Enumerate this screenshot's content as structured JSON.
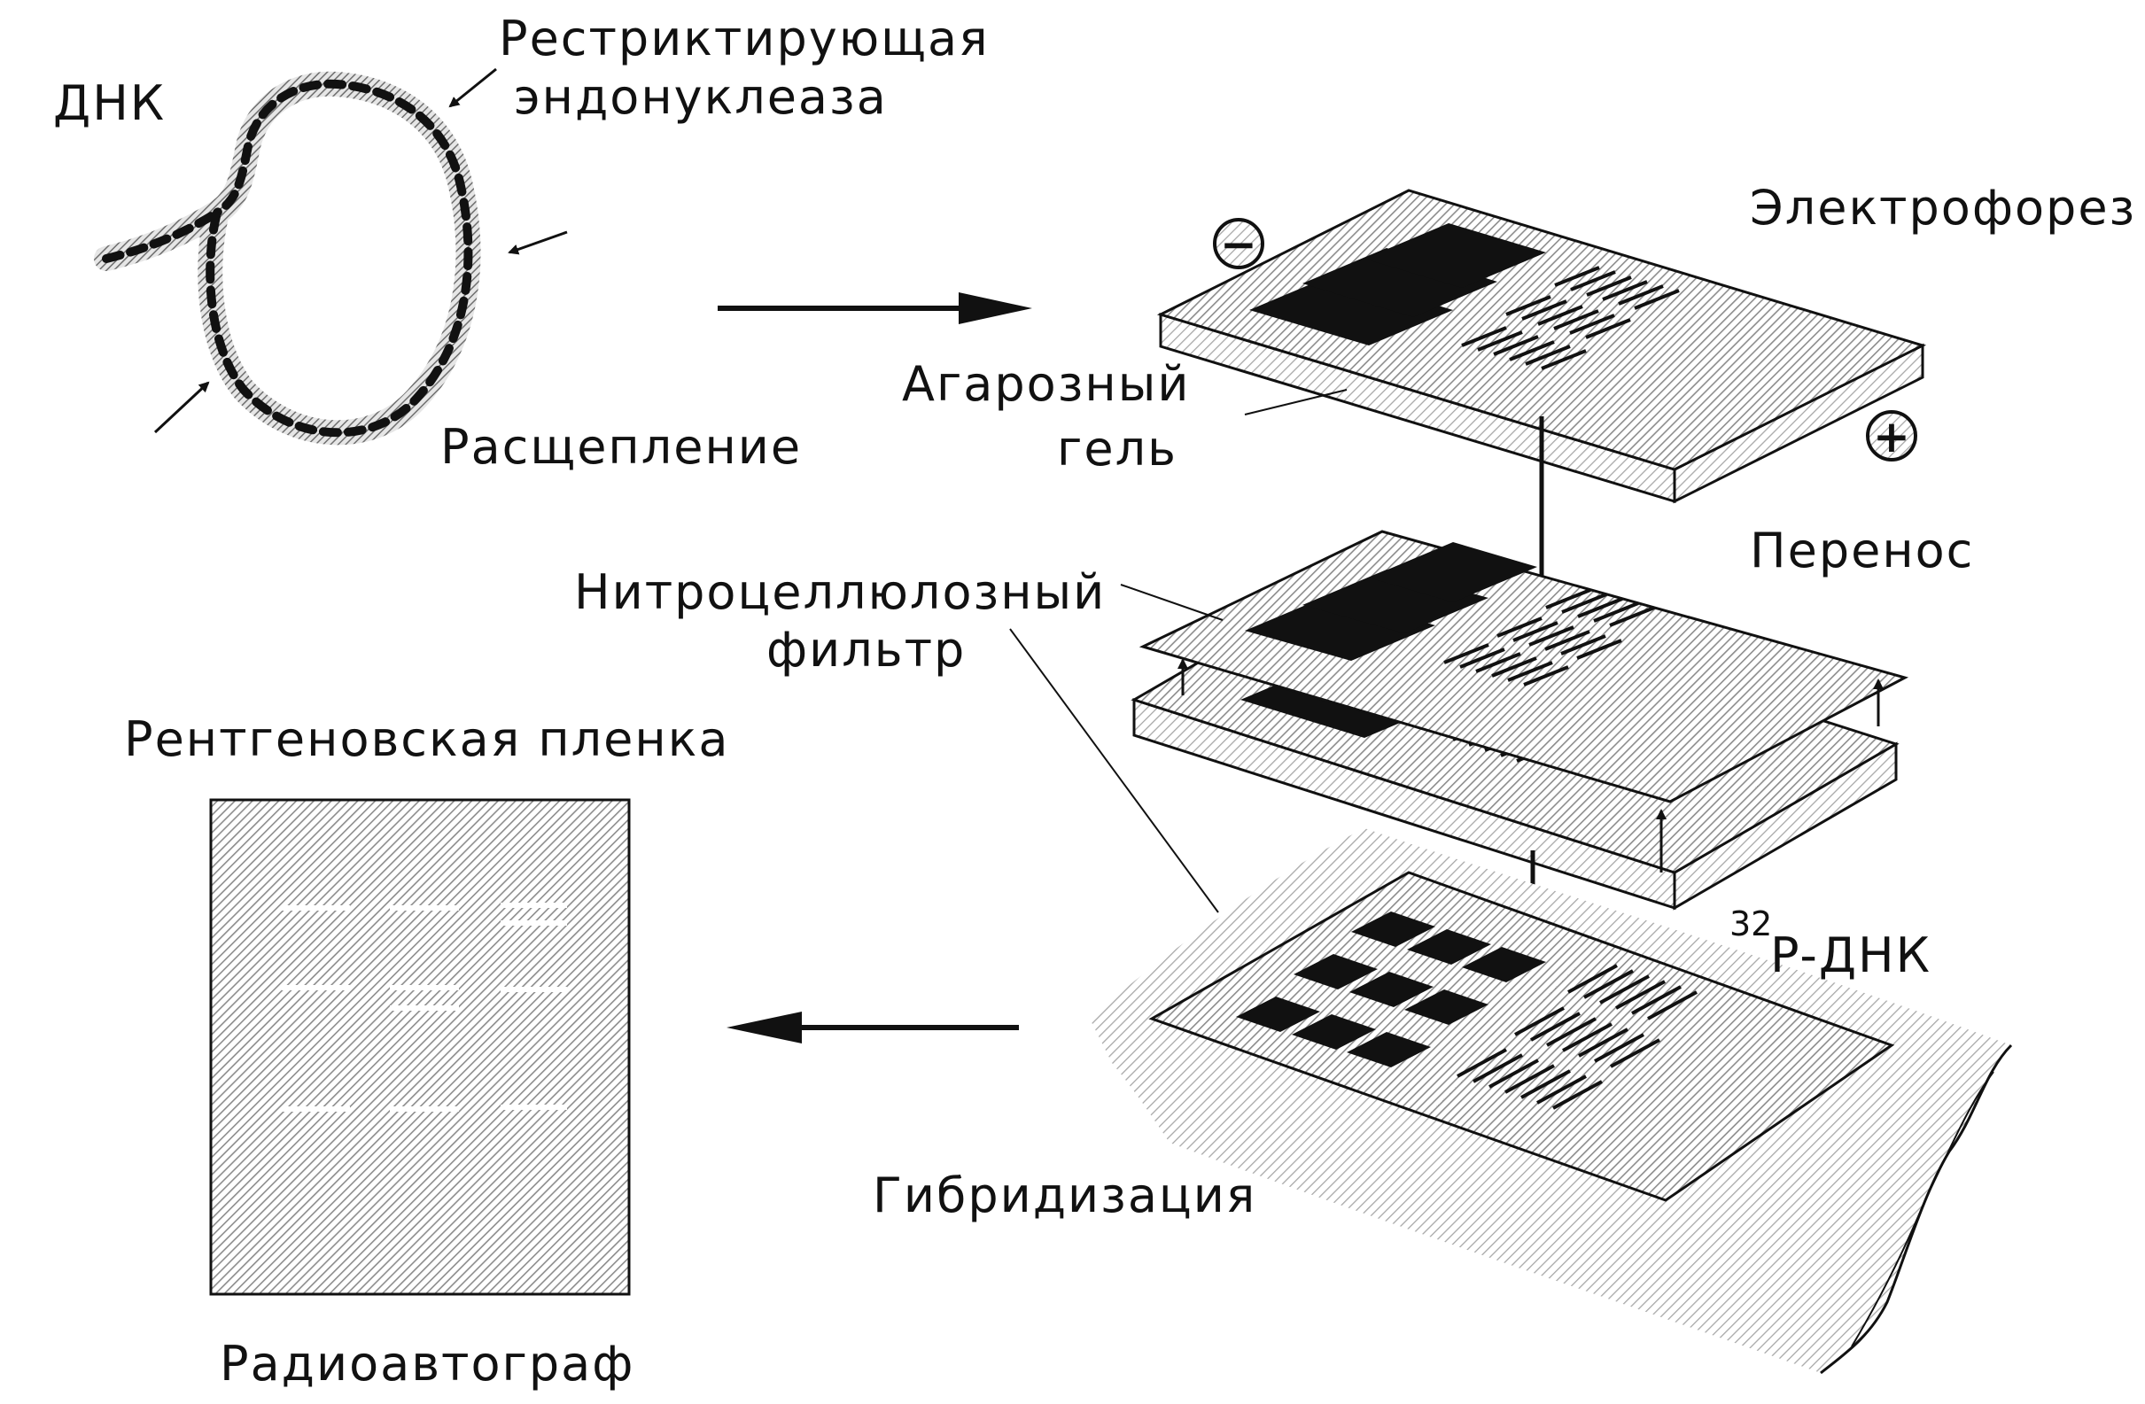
{
  "labels": {
    "dna": "ДНК",
    "restriction_enzyme_line1": "Рестриктирующая",
    "restriction_enzyme_line2": "эндонуклеаза",
    "cleavage": "Расщепление",
    "electrophoresis": "Электрофорез",
    "agarose_gel_line1": "Агарозный",
    "agarose_gel_line2": "гель",
    "transfer": "Перенос",
    "nitrocellulose_line1": "Нитроцеллюлозный",
    "nitrocellulose_line2": "фильтр",
    "xray_film": "Рентгеновская пленка",
    "probe_isotope": "32",
    "probe_label": "P-ДНК",
    "hybridization": "Гибридизация",
    "autoradiograph": "Радиоавтограф"
  },
  "electrodes": {
    "negative": "−",
    "positive": "+"
  },
  "colors": {
    "ink": "#111111",
    "hatch": "#9a9a9a",
    "background": "#ffffff"
  },
  "icons": [
    "dna-loop-icon",
    "electrode-negative-icon",
    "electrode-positive-icon",
    "flow-arrow-icon"
  ]
}
